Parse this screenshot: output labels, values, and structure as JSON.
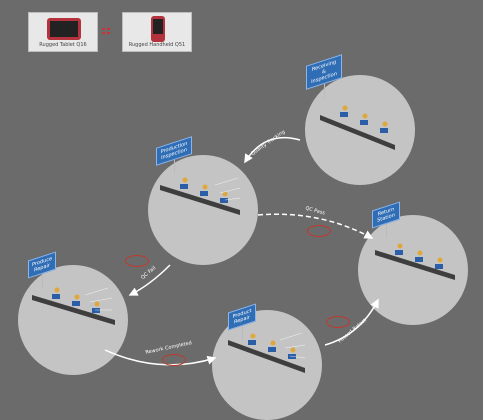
{
  "legend": {
    "tablet_label": "Rugged Tablet Q16",
    "handheld_label": "Rugged Handheld Q51"
  },
  "stages": [
    {
      "tag": "Receiving & Inspection"
    },
    {
      "tag": "Production Inspection"
    },
    {
      "tag": "Produce Repair"
    },
    {
      "tag": "Product Repair"
    },
    {
      "tag": "Return Station"
    }
  ],
  "flows": {
    "quality_tracking": "Quality Tracking",
    "qc_pass": "QC Pass",
    "qc_fail": "QC Fail",
    "rework_completed": "Rework Completed",
    "passed_retest": "Passed Retest"
  },
  "colors": {
    "background": "#6b6b6b",
    "stage": "#c4c4c4",
    "tag": "#2f6db5",
    "oval": "#c0392b"
  }
}
